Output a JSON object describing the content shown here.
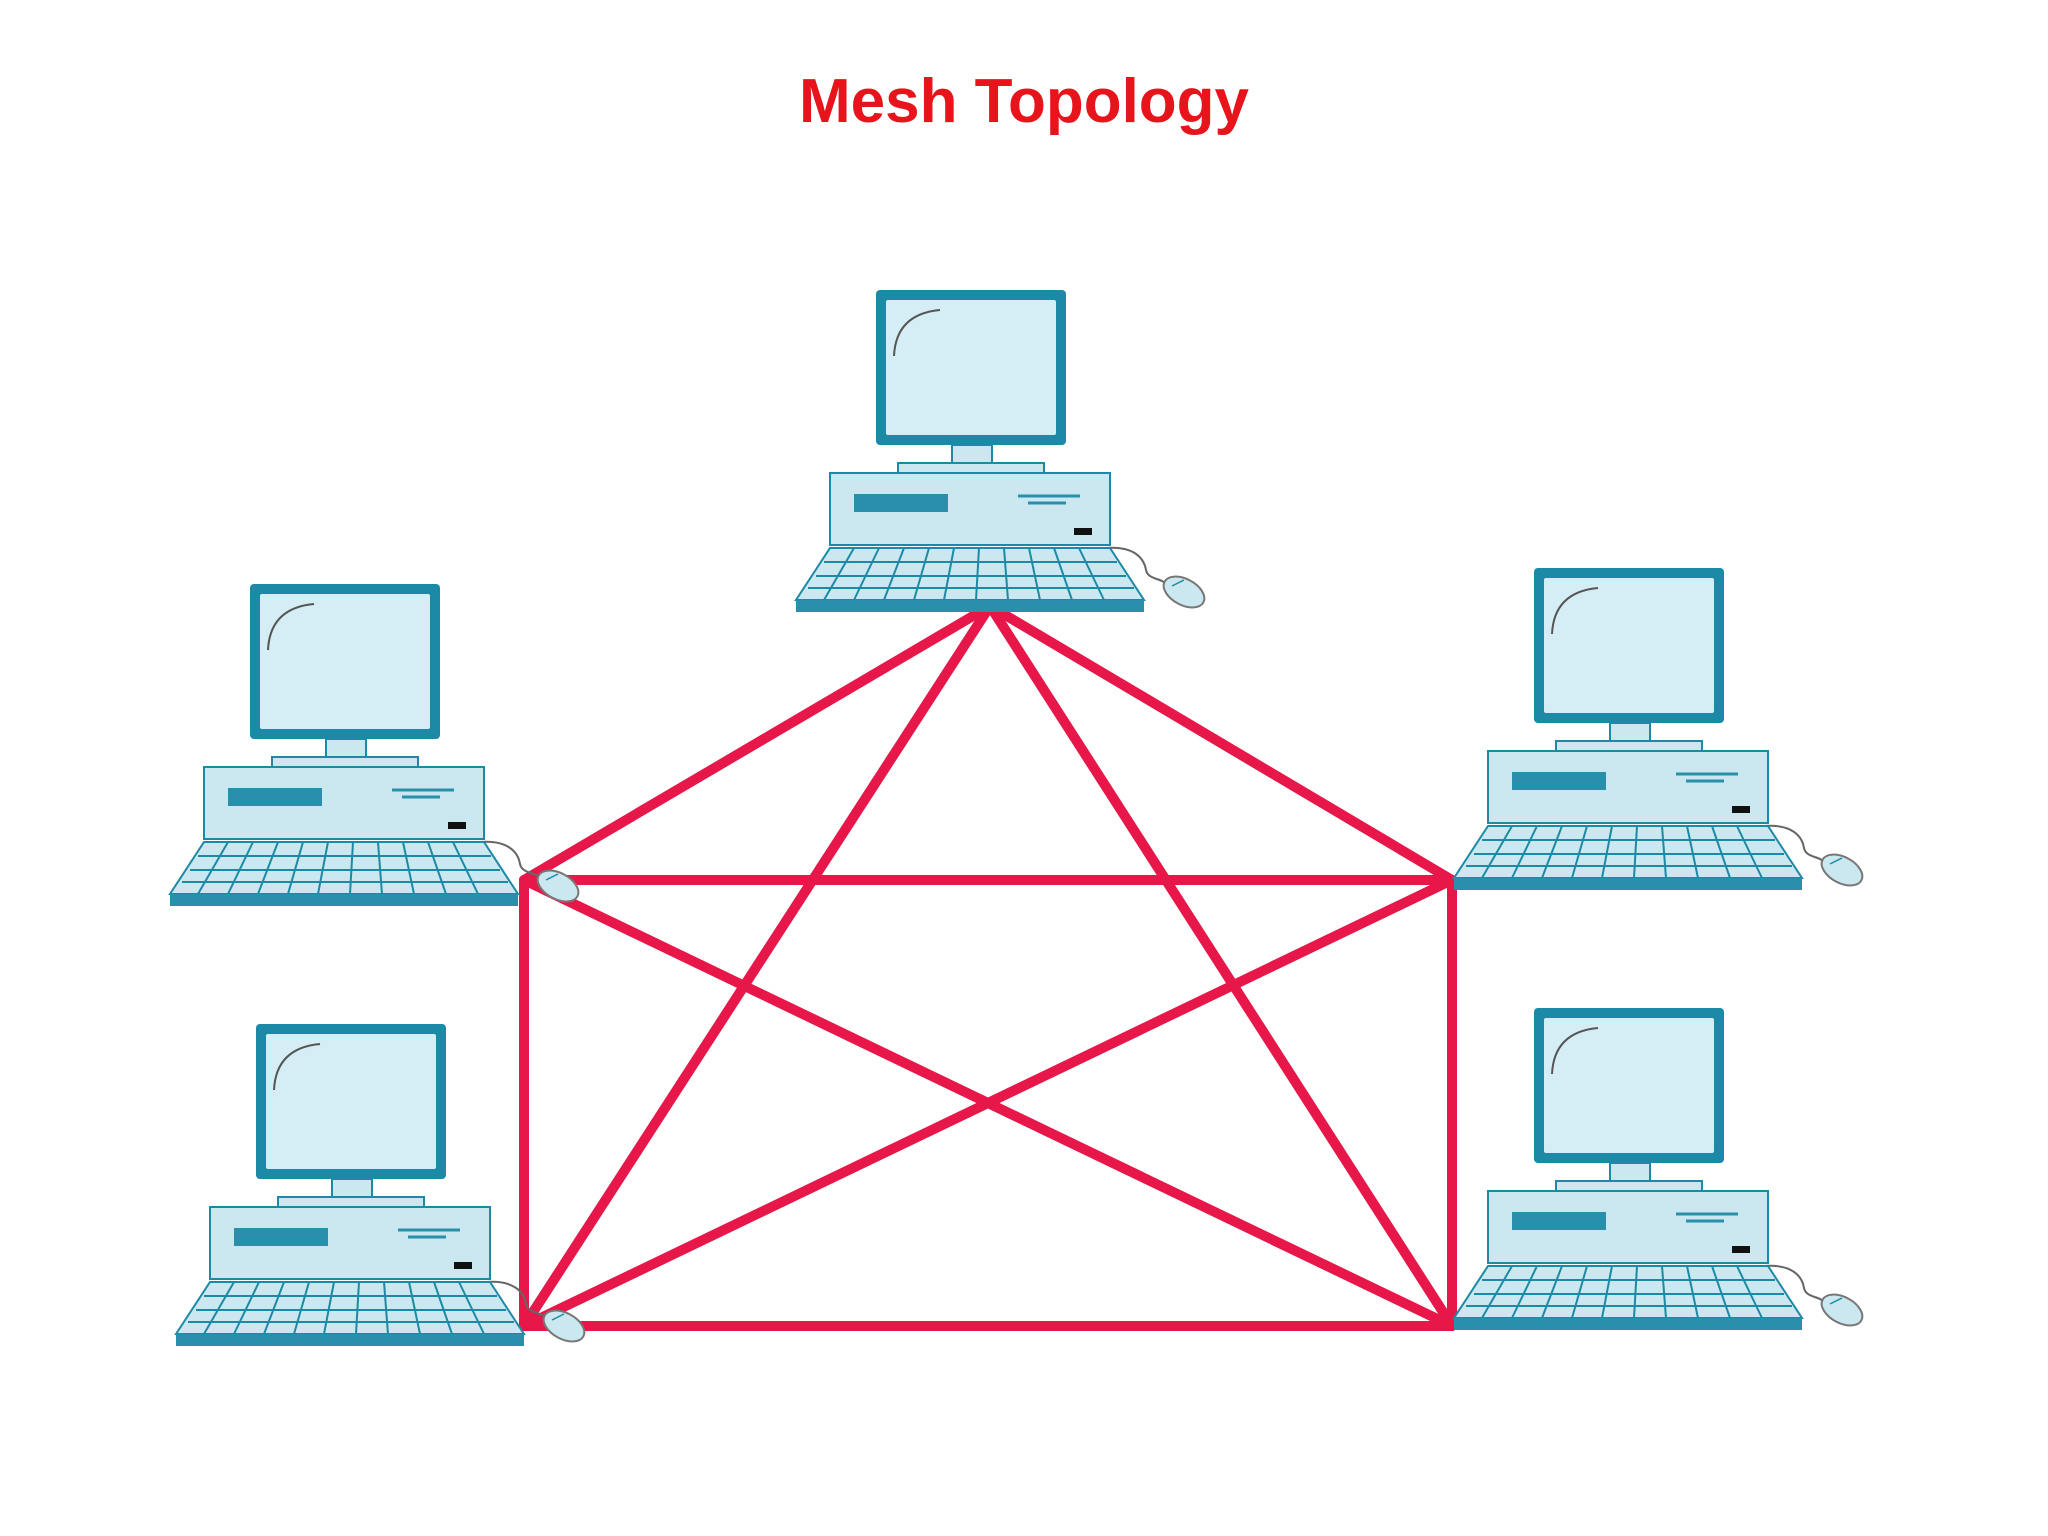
{
  "title": "Mesh Topology",
  "colors": {
    "title": "#e8141c",
    "link": "#e8174a",
    "device_fill": "#cbe7ef",
    "device_outline": "#1c8aa6",
    "screen_fill": "#d5eef5",
    "device_dark": "#2a8fab",
    "led": "#111111"
  },
  "diagram": {
    "nodes": [
      {
        "id": "top",
        "name": "computer-top"
      },
      {
        "id": "left-upper",
        "name": "computer-left-upper"
      },
      {
        "id": "right-upper",
        "name": "computer-right-upper"
      },
      {
        "id": "left-lower",
        "name": "computer-left-lower"
      },
      {
        "id": "right-lower",
        "name": "computer-right-lower"
      }
    ],
    "links": [
      [
        "top",
        "left-upper"
      ],
      [
        "top",
        "right-upper"
      ],
      [
        "top",
        "left-lower"
      ],
      [
        "top",
        "right-lower"
      ],
      [
        "left-upper",
        "right-upper"
      ],
      [
        "left-upper",
        "left-lower"
      ],
      [
        "left-upper",
        "right-lower"
      ],
      [
        "right-upper",
        "left-lower"
      ],
      [
        "right-upper",
        "right-lower"
      ],
      [
        "left-lower",
        "right-lower"
      ]
    ]
  }
}
